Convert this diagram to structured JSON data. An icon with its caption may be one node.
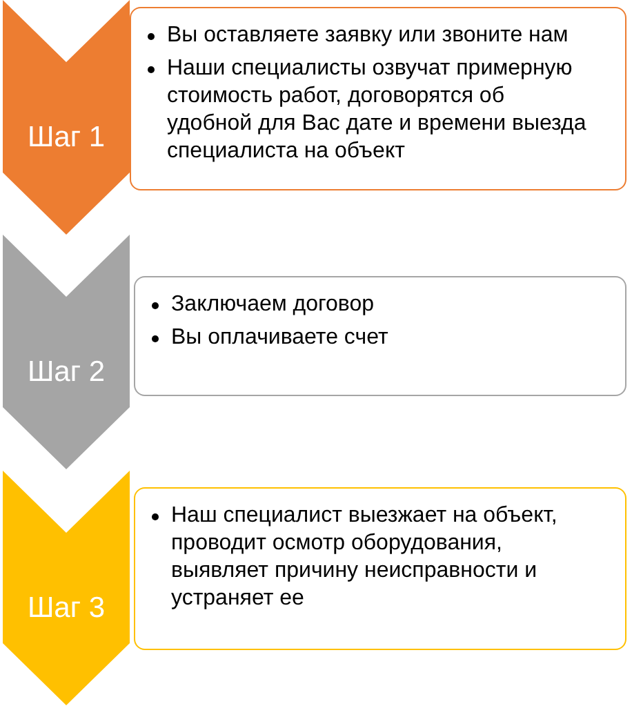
{
  "diagram": {
    "nodes": [
      {
        "text": [
          "Шаг 1"
        ]
      },
      {
        "text": [
          "Вы оставляете заявку или звоните нам",
          "Наши специалисты озвучат примерную стоимость работ, договорятся об удобной для Вас дате и времени выезда специалиста на объект"
        ]
      },
      {
        "text": [
          "Шаг 2"
        ]
      },
      {
        "text": [
          "Заключаем договор",
          "Вы оплачиваете счет"
        ]
      },
      {
        "text": [
          "Шаг 3"
        ]
      },
      {
        "text": [
          "Наш специалист выезжает на объект, проводит осмотр оборудования, выявляет причину неисправности и устраняет ее"
        ]
      }
    ],
    "edges": []
  }
}
